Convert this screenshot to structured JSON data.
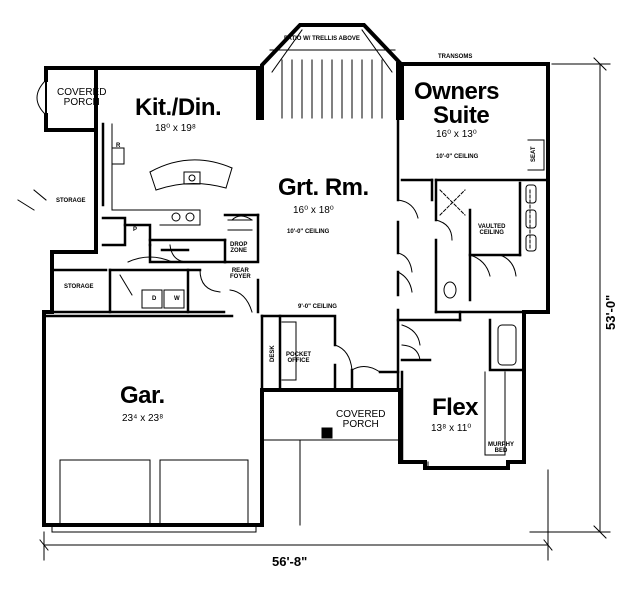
{
  "rooms": {
    "covered_porch_left": "COVERED\nPORCH",
    "kitchen_dining": "Kit./Din.",
    "kitchen_dining_size": "18⁰ x 19⁸",
    "great_room": "Grt. Rm.",
    "great_room_size": "16⁰ x 18⁰",
    "great_room_ceiling": "10'-0\" CEILING",
    "owners_suite_line1": "Owners",
    "owners_suite_line2": "Suite",
    "owners_suite_size": "16⁰ x 13⁰",
    "owners_suite_ceiling": "10'-0\" CEILING",
    "garage": "Gar.",
    "garage_size": "23⁴ x 23⁸",
    "flex": "Flex",
    "flex_size": "13⁸ x 11⁰",
    "covered_porch_front": "COVERED\nPORCH",
    "storage_upper": "STORAGE",
    "storage_lower": "STORAGE",
    "drop_zone": "DROP\nZONE",
    "rear_foyer": "REAR\nFOYER",
    "pocket_office": "POCKET\nOFFICE",
    "desk": "DESK",
    "vaulted_ceiling": "VAULTED\nCEILING",
    "nine_ceiling": "9'-0\" CEILING",
    "murphy_bed": "MURPHY\nBED",
    "seat": "SEAT",
    "patio": "PATIO W/ TRELLIS ABOVE",
    "transoms": "TRANSOMS",
    "pantry": "P",
    "refrigerator": "R",
    "dryer": "D",
    "washer": "W"
  },
  "dimensions": {
    "width": "56'-8\"",
    "depth": "53'-0\""
  }
}
